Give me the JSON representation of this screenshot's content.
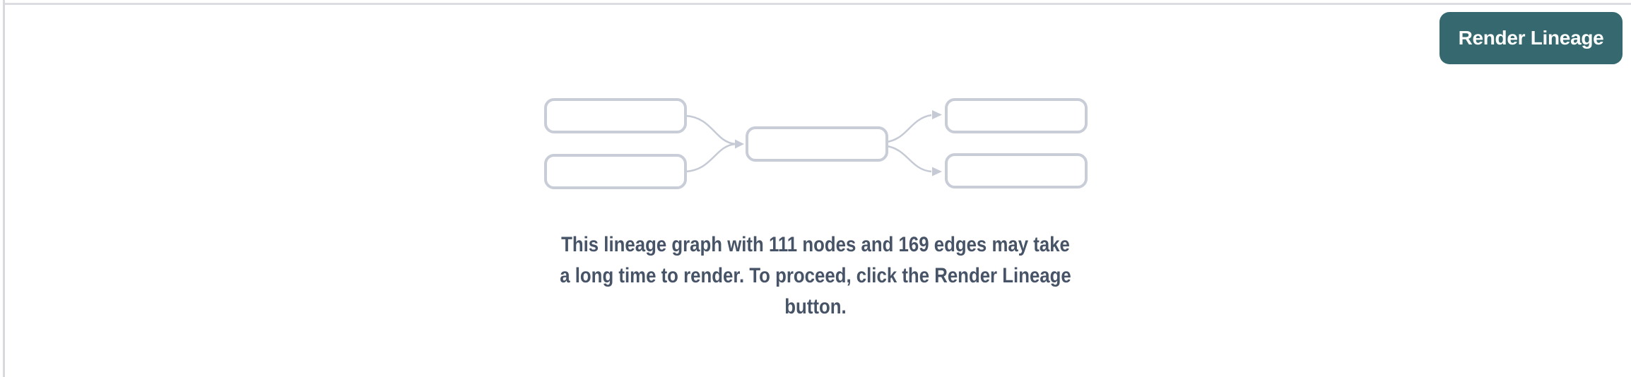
{
  "toolbar": {
    "render_lineage_button_label": "Render Lineage"
  },
  "empty_state": {
    "graphic": "lineage-graph-placeholder",
    "message": "This lineage graph with 111 nodes and 169 edges may take a long time to render. To proceed, click the Render Lineage button.",
    "message_lines": {
      "0": "This lineage graph with 111 nodes and 169 edges may take",
      "1": "a long time to render. To proceed, click the Render Lineage",
      "2": "button."
    },
    "node_count": "111",
    "edge_count": "169"
  },
  "colors": {
    "button_background": "#35696f",
    "button_text": "#ffffff",
    "graphic_node_stroke": "#c8cdd7",
    "graphic_edge_stroke": "#c5cad4",
    "message_text": "#475366",
    "panel_border": "#d8d9dd"
  }
}
